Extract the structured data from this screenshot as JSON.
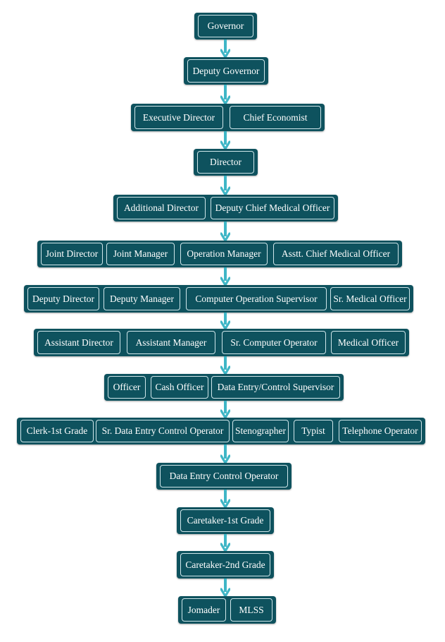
{
  "colors": {
    "box_fill": "#0e525e",
    "box_border": "#cfe6ea",
    "text": "#ffffff",
    "arrow": "#3fb6c6"
  },
  "arrow_icon": "down-arrow-icon",
  "levels": [
    {
      "titles": [
        "Governor"
      ]
    },
    {
      "titles": [
        "Deputy Governor"
      ]
    },
    {
      "titles": [
        "Executive Director",
        "Chief Economist"
      ]
    },
    {
      "titles": [
        "Director"
      ]
    },
    {
      "titles": [
        "Additional Director",
        "Deputy Chief Medical Officer"
      ]
    },
    {
      "titles": [
        "Joint Director",
        "Joint Manager",
        "Operation Manager",
        "Asstt. Chief Medical Officer"
      ]
    },
    {
      "titles": [
        "Deputy Director",
        "Deputy Manager",
        "Computer Operation Supervisor",
        "Sr. Medical Officer"
      ]
    },
    {
      "titles": [
        "Assistant Director",
        "Assistant Manager",
        "Sr. Computer Operator",
        "Medical Officer"
      ]
    },
    {
      "titles": [
        "Officer",
        "Cash Officer",
        "Data Entry/Control Supervisor"
      ]
    },
    {
      "titles": [
        "Clerk-1st Grade",
        "Sr. Data Entry Control Operator",
        "Stenographer",
        "Typist",
        "Telephone Operator"
      ]
    },
    {
      "titles": [
        "Data Entry Control Operator"
      ]
    },
    {
      "titles": [
        "Caretaker-1st Grade"
      ]
    },
    {
      "titles": [
        "Caretaker-2nd Grade"
      ]
    },
    {
      "titles": [
        "Jomader",
        "MLSS"
      ]
    }
  ]
}
